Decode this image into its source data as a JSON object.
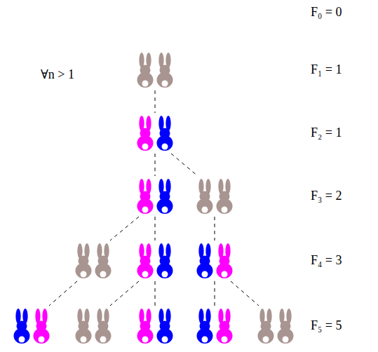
{
  "diagram": {
    "labels": [
      "F₀ = 0",
      "∀n > 1",
      "F₁ = 1",
      "F₂ = 1",
      "F₃ = 2",
      "F₄ = 3",
      "F₅ = 5"
    ]
  }
}
